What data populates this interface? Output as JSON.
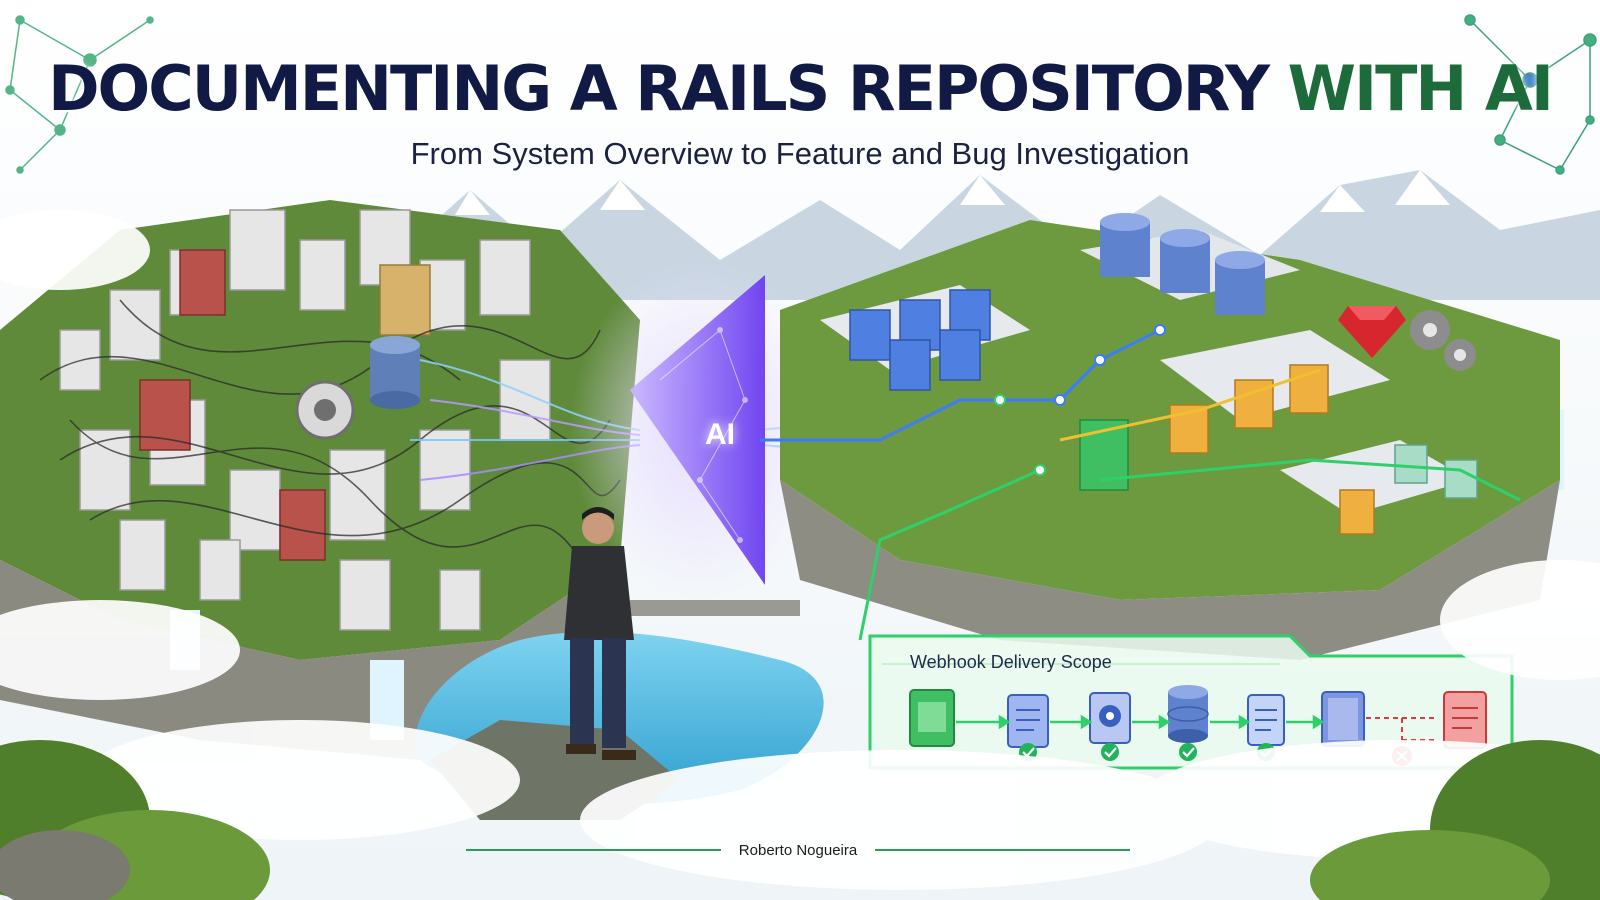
{
  "header": {
    "title_main": "DOCUMENTING A RAILS REPOSITORY ",
    "title_accent": "WITH AI",
    "subtitle": "From System Overview to Feature and Bug Investigation"
  },
  "funnel": {
    "label": "AI"
  },
  "scope_panel": {
    "title": "Webhook Delivery Scope",
    "steps": [
      {
        "icon": "green-document-icon",
        "status": "none"
      },
      {
        "icon": "document-icon",
        "status": "check"
      },
      {
        "icon": "gear-icon",
        "status": "check"
      },
      {
        "icon": "database-icon",
        "status": "check"
      },
      {
        "icon": "document-icon",
        "status": "check"
      },
      {
        "icon": "folder-icon",
        "status": "none"
      },
      {
        "icon": "red-document-icon",
        "status": "error"
      }
    ]
  },
  "footer": {
    "author": "Roberto Nogueira"
  },
  "colors": {
    "title_navy": "#101a45",
    "title_green": "#1d6b3a",
    "ai_purple": "#7b4dff",
    "scope_green": "#2fcf6a",
    "error_red": "#e03a3a",
    "ruby_red": "#d8262e"
  }
}
